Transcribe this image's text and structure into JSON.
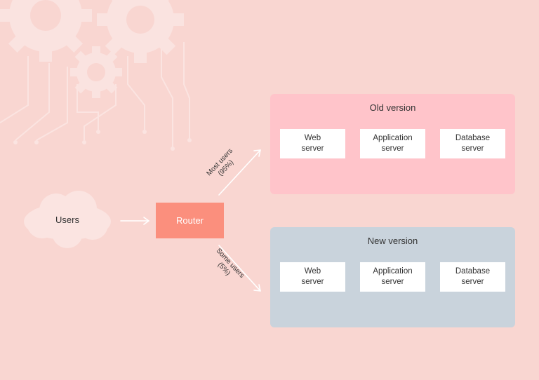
{
  "colors": {
    "background": "#f9d6d1",
    "old_version_box": "#ffc4ca",
    "new_version_box": "#c9d3dc",
    "router": "#fb8f7d",
    "node": "#ffffff",
    "arrow": "#ffffff"
  },
  "users": {
    "label": "Users",
    "icon": "cloud-icon"
  },
  "router": {
    "label": "Router"
  },
  "edges": {
    "most_users": "Most users\n(95%)",
    "some_users": "Some users\n(5%)"
  },
  "old_version": {
    "title": "Old version",
    "nodes": [
      {
        "label": "Web\nserver"
      },
      {
        "label": "Application\nserver"
      },
      {
        "label": "Database\nserver"
      }
    ]
  },
  "new_version": {
    "title": "New version",
    "nodes": [
      {
        "label": "Web\nserver"
      },
      {
        "label": "Application\nserver"
      },
      {
        "label": "Database\nserver"
      }
    ]
  },
  "decoration": {
    "icon": "gears-circuit-icon"
  }
}
